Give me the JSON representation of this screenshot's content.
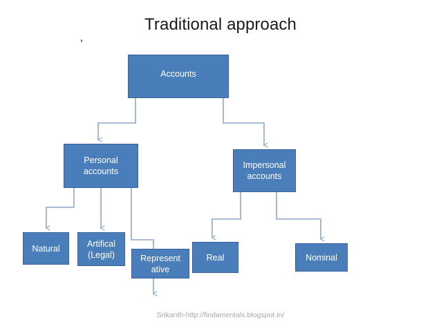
{
  "slide": {
    "title": "Traditional approach",
    "stray_mark": "’",
    "footer_credit": "Srikanth-http://findamentals.blogspot.in/",
    "colors": {
      "node_fill": "#4a7ebb",
      "node_border": "#3a6095",
      "node_text": "#ffffff",
      "connector": "#8ba9cb",
      "title_text": "#1a1a1a",
      "footer_text": "#a6a6a6",
      "background": "#ffffff"
    }
  },
  "diagram": {
    "type": "tree",
    "root": "accounts",
    "nodes": [
      {
        "id": "accounts",
        "label": "Accounts",
        "level": 0
      },
      {
        "id": "personal",
        "label": "Personal accounts",
        "level": 1
      },
      {
        "id": "impersonal",
        "label": "Impersonal accounts",
        "level": 1
      },
      {
        "id": "natural",
        "label": "Natural",
        "level": 2
      },
      {
        "id": "artifical",
        "label": "Artifical (Legal)",
        "level": 2
      },
      {
        "id": "representative",
        "label": "Represent ative",
        "level": 2
      },
      {
        "id": "real",
        "label": "Real",
        "level": 2
      },
      {
        "id": "nominal",
        "label": "Nominal",
        "level": 2
      }
    ],
    "node_labels": {
      "accounts": "Accounts",
      "personal_line1": "Personal",
      "personal_line2": "accounts",
      "impersonal_line1": "Impersonal",
      "impersonal_line2": "accounts",
      "natural": "Natural",
      "artifical_line1": "Artifical",
      "artifical_line2": "(Legal)",
      "representative_line1": "Represent",
      "representative_line2": "ative",
      "real": "Real",
      "nominal": "Nominal"
    },
    "edges": [
      {
        "from": "accounts",
        "to": "personal"
      },
      {
        "from": "accounts",
        "to": "impersonal"
      },
      {
        "from": "personal",
        "to": "natural"
      },
      {
        "from": "personal",
        "to": "artifical"
      },
      {
        "from": "personal",
        "to": "representative"
      },
      {
        "from": "impersonal",
        "to": "real"
      },
      {
        "from": "impersonal",
        "to": "nominal"
      }
    ]
  }
}
